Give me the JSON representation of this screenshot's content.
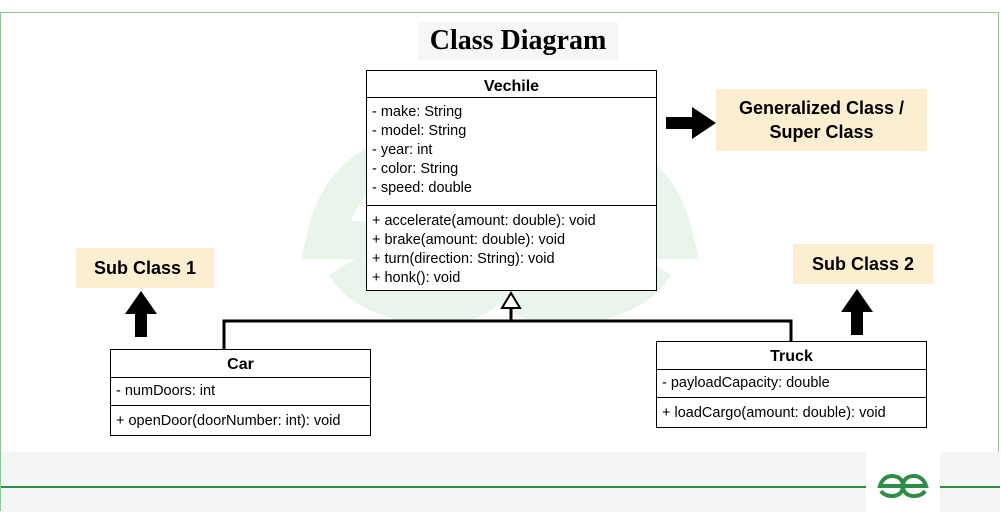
{
  "title": "Class Diagram",
  "classes": {
    "vehicle": {
      "name": "Vechile",
      "attributes": [
        "- make: String",
        "- model: String",
        "- year: int",
        "- color: String",
        "- speed: double"
      ],
      "operations": [
        "+ accelerate(amount: double): void",
        "+ brake(amount: double): void",
        "+ turn(direction: String): void",
        "+ honk(): void"
      ]
    },
    "car": {
      "name": "Car",
      "attributes": [
        "- numDoors: int"
      ],
      "operations": [
        "+ openDoor(doorNumber: int): void"
      ]
    },
    "truck": {
      "name": "Truck",
      "attributes": [
        "- payloadCapacity: double"
      ],
      "operations": [
        "+ loadCargo(amount: double): void"
      ]
    }
  },
  "labels": {
    "general_line1": "Generalized Class /",
    "general_line2": "Super Class",
    "sub1": "Sub Class 1",
    "sub2": "Sub Class 2"
  },
  "colors": {
    "brand_green": "#2f8d46",
    "label_bg": "#fcefd1",
    "watermark": "#e9f4ea"
  },
  "icons": [
    "gfg-logo-icon",
    "gfg-watermark-icon",
    "arrow-right-icon",
    "arrow-up-icon",
    "inheritance-triangle-icon"
  ]
}
